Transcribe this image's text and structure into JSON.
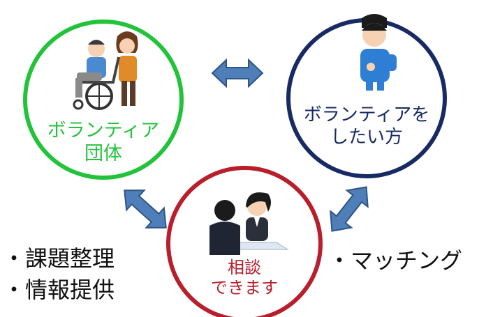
{
  "colors": {
    "volunteer_group": "#22c33a",
    "volunteer_person": "#172a63",
    "consultation": "#b81e2b",
    "arrow_fill": "#4f7fb8",
    "arrow_stroke": "#2e5586"
  },
  "nodes": {
    "volunteer_group": {
      "line1": "ボランティア",
      "line2": "団体",
      "illustration": "wheelchair-caregiver-illustration"
    },
    "volunteer_person": {
      "line1": "ボランティアを",
      "line2": "したい方",
      "illustration": "person-raising-hand-illustration"
    },
    "consultation": {
      "line1": "相談",
      "line2": "できます",
      "illustration": "consultation-desk-illustration"
    }
  },
  "left_notes": [
    "・課題整理",
    "・情報提供"
  ],
  "right_notes": [
    "・マッチング"
  ],
  "arrows": [
    "double-arrow-icon",
    "double-arrow-icon",
    "double-arrow-icon"
  ]
}
